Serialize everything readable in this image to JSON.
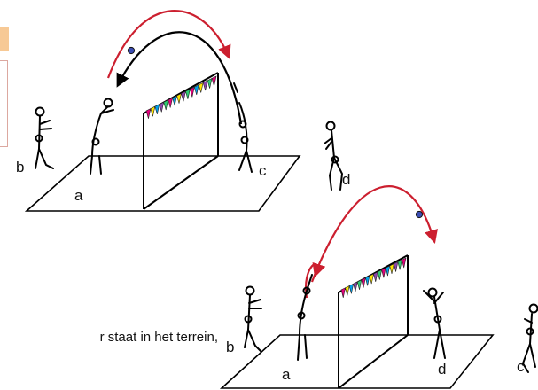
{
  "labels": {
    "top": {
      "b": "b",
      "a": "a",
      "c": "c",
      "d": "d"
    },
    "bottom": {
      "b": "b",
      "a": "a",
      "d": "d",
      "c": "c"
    }
  },
  "caption": "r staat in het terrein,",
  "colors": {
    "trajectory": "#cc1f2f",
    "ball": "#3b4db3",
    "outline": "#000000",
    "side_tab": "#f7c995",
    "side_card_border": "#dca8a0"
  },
  "bunting_colors": [
    "#e4007c",
    "#ffe600",
    "#00a0e9",
    "#8e44ad",
    "#2ecc71",
    "#e4007c",
    "#00a0e9",
    "#ffe600",
    "#8e44ad",
    "#2ecc71",
    "#e4007c",
    "#00a0e9",
    "#ffe600",
    "#8e44ad",
    "#2ecc71",
    "#e4007c"
  ]
}
